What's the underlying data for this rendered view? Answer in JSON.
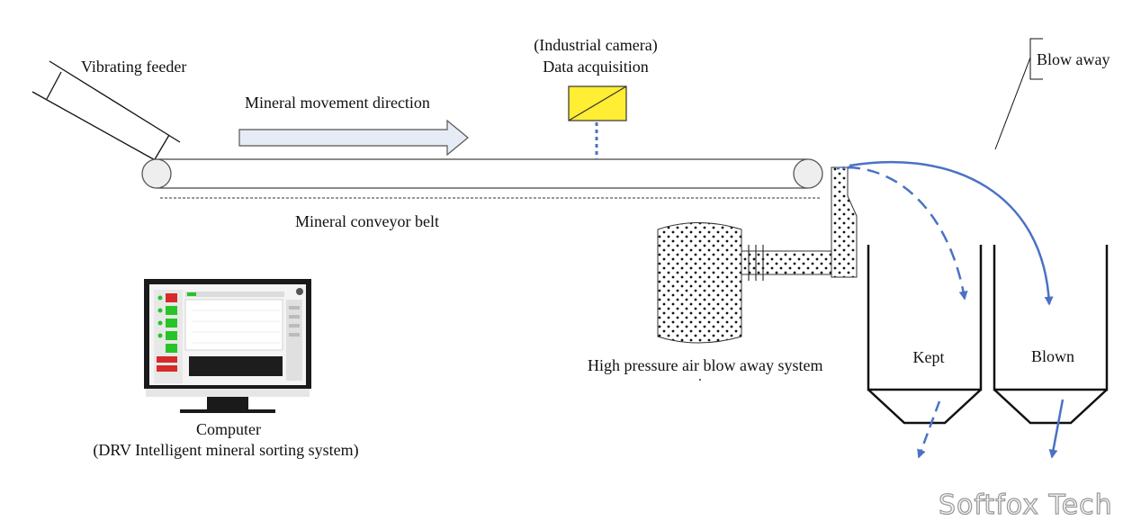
{
  "labels": {
    "vibrating_feeder": "Vibrating feeder",
    "movement_direction": "Mineral movement direction",
    "camera_line1": "(Industrial camera)",
    "camera_line2": "Data acquisition",
    "blow_away": "Blow away",
    "conveyor_belt": "Mineral conveyor belt",
    "air_system": "High pressure air blow away system",
    "kept": "Kept",
    "blown": "Blown",
    "computer_line1": "Computer",
    "computer_line2": "(DRV Intelligent mineral sorting system)"
  },
  "watermark": "Softfox Tech",
  "colors": {
    "trajectory": "#4a72c4",
    "camera_fill": "#ffee33",
    "arrow_fill": "#e6ecf5",
    "line": "#111111",
    "screen_red": "#d62b2b",
    "screen_green": "#27c427"
  }
}
